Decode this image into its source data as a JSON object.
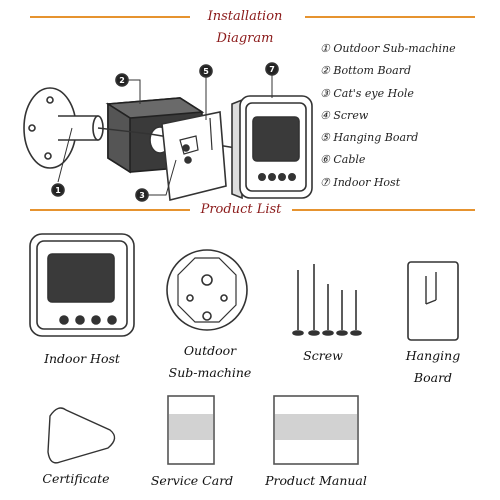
{
  "header": {
    "title_line1": "Installation",
    "title_line2": "Diagram"
  },
  "diagram": {
    "callouts": [
      "1",
      "2",
      "3",
      "5",
      "7"
    ],
    "legend": [
      "① Outdoor Sub-machine",
      "② Bottom Board",
      "③ Cat's eye Hole",
      "④ Screw",
      "⑤ Hanging Board",
      "⑥ Cable",
      "⑦ Indoor Host"
    ]
  },
  "products": {
    "title": "Product List",
    "items": [
      {
        "label": "Indoor Host"
      },
      {
        "label_line1": "Outdoor",
        "label_line2": "Sub-machine"
      },
      {
        "label": "Screw"
      },
      {
        "label_line1": "Hanging",
        "label_line2": "Board"
      },
      {
        "label": "Certificate"
      },
      {
        "label": "Service Card"
      },
      {
        "label": "Product Manual"
      }
    ]
  },
  "colors": {
    "accent_rule": "#e6932f",
    "title_text": "#8b1a1a",
    "line_art": "#333333"
  }
}
